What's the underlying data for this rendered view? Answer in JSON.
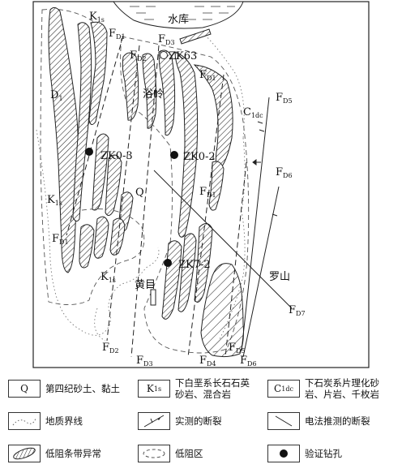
{
  "map": {
    "reservoir": "水库",
    "place_yuling": "浴岭",
    "place_huangmu": "黄目",
    "place_luoshan": "罗山",
    "holes": {
      "zk63": "ZK63",
      "zk0_3": "ZK0-3",
      "zk0_2": "ZK0-2",
      "zk7_2": "ZK7-2"
    },
    "units": {
      "k1s": "K",
      "k1s_sub": "1s",
      "d1": "D",
      "d1_sub": "1",
      "q": "Q",
      "c1dc": "C",
      "c1dc_sub": "1dc"
    },
    "faults": {
      "prefix": "F",
      "fd1": "D1",
      "fd2": "D2",
      "fd3": "D3",
      "fd4": "D4",
      "fd5": "D5",
      "fd6": "D6",
      "fd7": "D7"
    }
  },
  "legend": {
    "items": [
      {
        "symbol": "Q",
        "symbol_sub": "",
        "text": "第四纪砂土、黏土"
      },
      {
        "symbol": "K",
        "symbol_sub": "1s",
        "text": "下白垩系长石石英砂岩、混合岩"
      },
      {
        "symbol": "C",
        "symbol_sub": "1dc",
        "text": "下石炭系片理化砂岩、片岩、千枚岩"
      },
      {
        "symbol_icon": "contour-line-icon",
        "text": "地质界线"
      },
      {
        "symbol_icon": "measured-fault-icon",
        "text": "实测的断裂"
      },
      {
        "symbol_icon": "inferred-fault-icon",
        "text": "电法推测的断裂"
      },
      {
        "symbol_icon": "hatched-ellipse-icon",
        "text": "低阻条带异常"
      },
      {
        "symbol_icon": "dashed-ellipse-icon",
        "text": "低阻区"
      },
      {
        "symbol_icon": "borehole-dot-icon",
        "text": "验证钻孔"
      }
    ]
  }
}
